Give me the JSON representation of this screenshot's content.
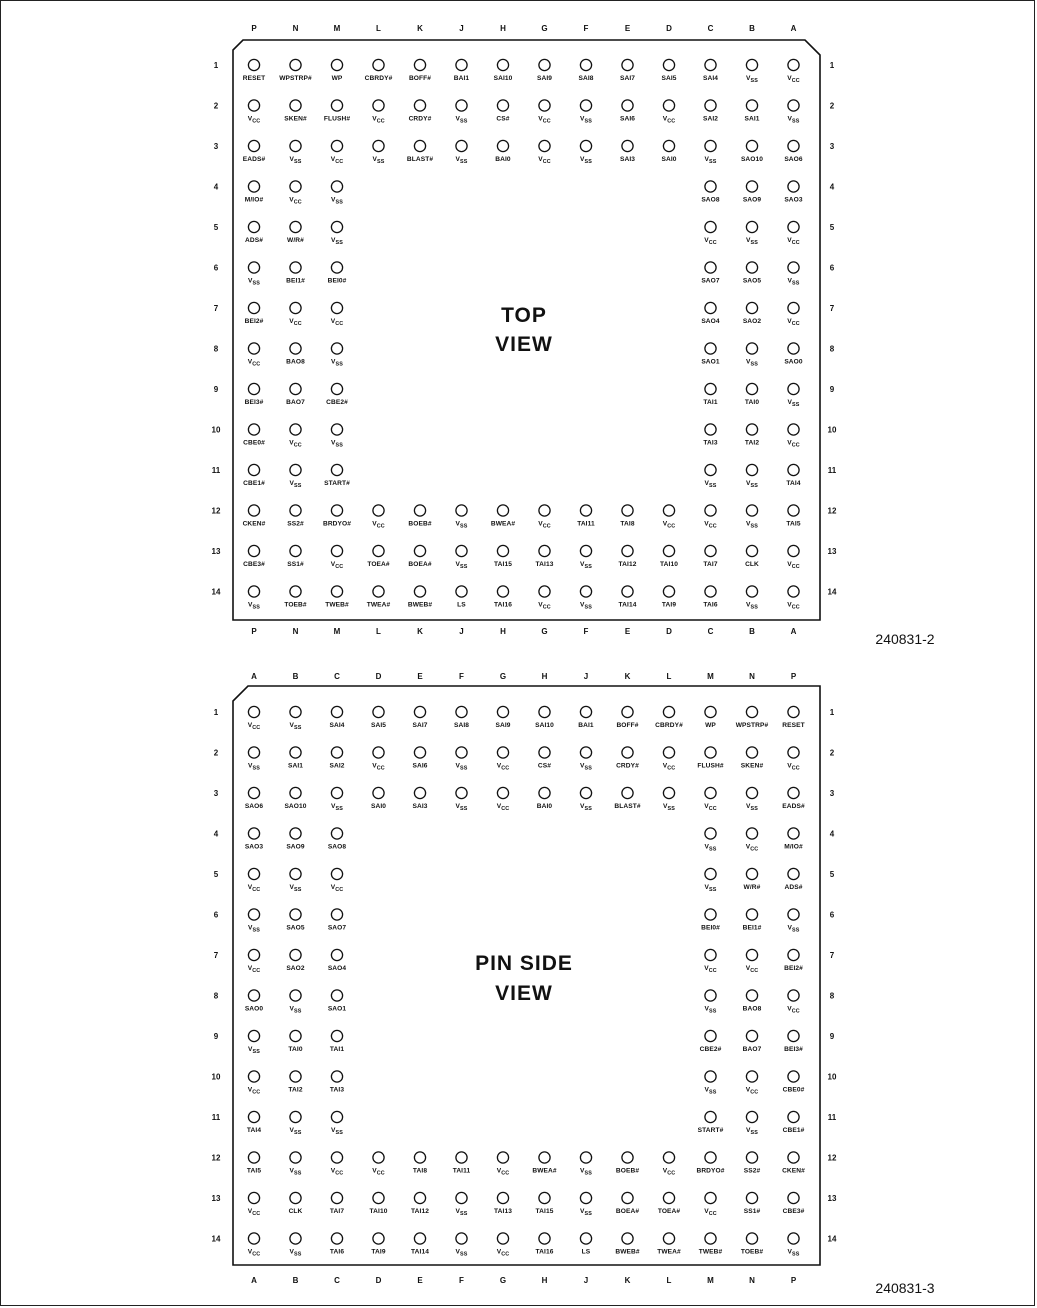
{
  "top_view": {
    "title_lines": [
      "TOP",
      "VIEW"
    ],
    "figure_id": "240831-2",
    "columns": [
      "P",
      "N",
      "M",
      "L",
      "K",
      "J",
      "H",
      "G",
      "F",
      "E",
      "D",
      "C",
      "B",
      "A"
    ],
    "rows": [
      "1",
      "2",
      "3",
      "4",
      "5",
      "6",
      "7",
      "8",
      "9",
      "10",
      "11",
      "12",
      "13",
      "14"
    ],
    "grid": [
      [
        "RESET",
        "WPSTRP#",
        "WP",
        "CBRDY#",
        "BOFF#",
        "BAI1",
        "SAI10",
        "SAI9",
        "SAI8",
        "SAI7",
        "SAI5",
        "SAI4",
        "VSS",
        "VCC"
      ],
      [
        "VCC",
        "SKEN#",
        "FLUSH#",
        "VCC",
        "CRDY#",
        "VSS",
        "CS#",
        "VCC",
        "VSS",
        "SAI6",
        "VCC",
        "SAI2",
        "SAI1",
        "VSS"
      ],
      [
        "EADS#",
        "VSS",
        "VCC",
        "VSS",
        "BLAST#",
        "VSS",
        "BAI0",
        "VCC",
        "VSS",
        "SAI3",
        "SAI0",
        "VSS",
        "SAO10",
        "SAO6"
      ],
      [
        "M/IO#",
        "VCC",
        "VSS",
        "",
        "",
        "",
        "",
        "",
        "",
        "",
        "",
        "SAO8",
        "SAO9",
        "SAO3"
      ],
      [
        "ADS#",
        "W/R#",
        "VSS",
        "",
        "",
        "",
        "",
        "",
        "",
        "",
        "",
        "VCC",
        "VSS",
        "VCC"
      ],
      [
        "VSS",
        "BEI1#",
        "BEI0#",
        "",
        "",
        "",
        "",
        "",
        "",
        "",
        "",
        "SAO7",
        "SAO5",
        "VSS"
      ],
      [
        "BEI2#",
        "VCC",
        "VCC",
        "",
        "",
        "",
        "",
        "",
        "",
        "",
        "",
        "SAO4",
        "SAO2",
        "VCC"
      ],
      [
        "VCC",
        "BAO8",
        "VSS",
        "",
        "",
        "",
        "",
        "",
        "",
        "",
        "",
        "SAO1",
        "VSS",
        "SAO0"
      ],
      [
        "BEI3#",
        "BAO7",
        "CBE2#",
        "",
        "",
        "",
        "",
        "",
        "",
        "",
        "",
        "TAI1",
        "TAI0",
        "VSS"
      ],
      [
        "CBE0#",
        "VCC",
        "VSS",
        "",
        "",
        "",
        "",
        "",
        "",
        "",
        "",
        "TAI3",
        "TAI2",
        "VCC"
      ],
      [
        "CBE1#",
        "VSS",
        "START#",
        "",
        "",
        "",
        "",
        "",
        "",
        "",
        "",
        "VSS",
        "VSS",
        "TAI4"
      ],
      [
        "CKEN#",
        "SS2#",
        "BRDYO#",
        "VCC",
        "BOEB#",
        "VSS",
        "BWEA#",
        "VCC",
        "TAI11",
        "TAI8",
        "VCC",
        "VCC",
        "VSS",
        "TAI5"
      ],
      [
        "CBE3#",
        "SS1#",
        "VCC",
        "TOEA#",
        "BOEA#",
        "VSS",
        "TAI15",
        "TAI13",
        "VSS",
        "TAI12",
        "TAI10",
        "TAI7",
        "CLK",
        "VCC"
      ],
      [
        "VSS",
        "TOEB#",
        "TWEB#",
        "TWEA#",
        "BWEB#",
        "LS",
        "TAI16",
        "VCC",
        "VSS",
        "TAI14",
        "TAI9",
        "TAI6",
        "VSS",
        "VCC"
      ]
    ]
  },
  "pin_side_view": {
    "title_lines": [
      "PIN SIDE",
      "VIEW"
    ],
    "figure_id": "240831-3",
    "columns": [
      "A",
      "B",
      "C",
      "D",
      "E",
      "F",
      "G",
      "H",
      "J",
      "K",
      "L",
      "M",
      "N",
      "P"
    ],
    "rows": [
      "1",
      "2",
      "3",
      "4",
      "5",
      "6",
      "7",
      "8",
      "9",
      "10",
      "11",
      "12",
      "13",
      "14"
    ],
    "grid": [
      [
        "VCC",
        "VSS",
        "SAI4",
        "SAI5",
        "SAI7",
        "SAI8",
        "SAI9",
        "SAI10",
        "BAI1",
        "BOFF#",
        "CBRDY#",
        "WP",
        "WPSTRP#",
        "RESET"
      ],
      [
        "VSS",
        "SAI1",
        "SAI2",
        "VCC",
        "SAI6",
        "VSS",
        "VCC",
        "CS#",
        "VSS",
        "CRDY#",
        "VCC",
        "FLUSH#",
        "SKEN#",
        "VCC"
      ],
      [
        "SAO6",
        "SAO10",
        "VSS",
        "SAI0",
        "SAI3",
        "VSS",
        "VCC",
        "BAI0",
        "VSS",
        "BLAST#",
        "VSS",
        "VCC",
        "VSS",
        "EADS#"
      ],
      [
        "SAO3",
        "SAO9",
        "SAO8",
        "",
        "",
        "",
        "",
        "",
        "",
        "",
        "",
        "VSS",
        "VCC",
        "M/IO#"
      ],
      [
        "VCC",
        "VSS",
        "VCC",
        "",
        "",
        "",
        "",
        "",
        "",
        "",
        "",
        "VSS",
        "W/R#",
        "ADS#"
      ],
      [
        "VSS",
        "SAO5",
        "SAO7",
        "",
        "",
        "",
        "",
        "",
        "",
        "",
        "",
        "BEI0#",
        "BEI1#",
        "VSS"
      ],
      [
        "VCC",
        "SAO2",
        "SAO4",
        "",
        "",
        "",
        "",
        "",
        "",
        "",
        "",
        "VCC",
        "VCC",
        "BEI2#"
      ],
      [
        "SAO0",
        "VSS",
        "SAO1",
        "",
        "",
        "",
        "",
        "",
        "",
        "",
        "",
        "VSS",
        "BAO8",
        "VCC"
      ],
      [
        "VSS",
        "TAI0",
        "TAI1",
        "",
        "",
        "",
        "",
        "",
        "",
        "",
        "",
        "CBE2#",
        "BAO7",
        "BEI3#"
      ],
      [
        "VCC",
        "TAI2",
        "TAI3",
        "",
        "",
        "",
        "",
        "",
        "",
        "",
        "",
        "VSS",
        "VCC",
        "CBE0#"
      ],
      [
        "TAI4",
        "VSS",
        "VSS",
        "",
        "",
        "",
        "",
        "",
        "",
        "",
        "",
        "START#",
        "VSS",
        "CBE1#"
      ],
      [
        "TAI5",
        "VSS",
        "VCC",
        "VCC",
        "TAI8",
        "TAI11",
        "VCC",
        "BWEA#",
        "VSS",
        "BOEB#",
        "VCC",
        "BRDYO#",
        "SS2#",
        "CKEN#"
      ],
      [
        "VCC",
        "CLK",
        "TAI7",
        "TAI10",
        "TAI12",
        "VSS",
        "TAI13",
        "TAI15",
        "VSS",
        "BOEA#",
        "TOEA#",
        "VCC",
        "SS1#",
        "CBE3#"
      ],
      [
        "VCC",
        "VSS",
        "TAI6",
        "TAI9",
        "TAI14",
        "VSS",
        "VCC",
        "TAI16",
        "LS",
        "BWEB#",
        "TWEA#",
        "TWEB#",
        "TOEB#",
        "VSS"
      ]
    ]
  }
}
